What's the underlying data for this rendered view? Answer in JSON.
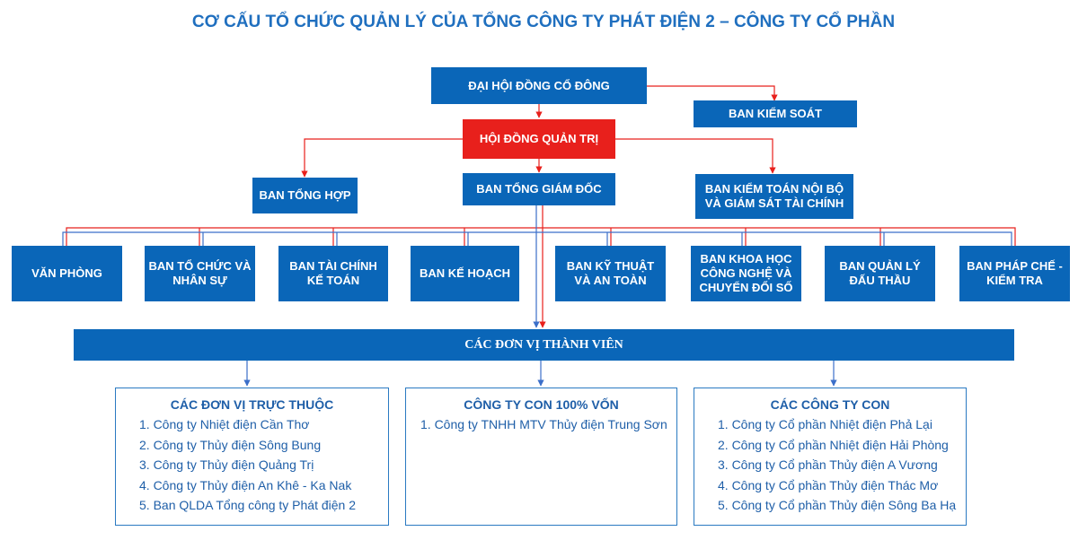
{
  "title": "CƠ CẤU TỔ CHỨC QUẢN LÝ CỦA TỔNG CÔNG TY PHÁT ĐIỆN 2 – CÔNG TY CỔ PHẦN",
  "colors": {
    "box_blue": "#0a66b8",
    "box_red": "#e8201c",
    "line_red": "#e8201c",
    "line_blue": "#3b6fc9",
    "text_blue": "#1f5fa8"
  },
  "boxes": {
    "shareholders": "ĐẠI HỘI ĐỒNG CỔ ĐÔNG",
    "supervisory": "BAN KIỂM SOÁT",
    "board": "HỘI ĐỒNG QUẢN TRỊ",
    "general_affairs": "BAN TỔNG HỢP",
    "ceo": "BAN TỔNG GIÁM ĐỐC",
    "internal_audit": "BAN KIỂM TOÁN NỘI BỘ VÀ GIÁM SÁT TÀI CHÍNH"
  },
  "departments": [
    "VĂN PHÒNG",
    "BAN TỔ CHỨC VÀ NHÂN SỰ",
    "BAN TÀI CHÍNH KẾ TOÁN",
    "BAN KẾ HOẠCH",
    "BAN KỸ THUẬT VÀ AN TOÀN",
    "BAN KHOA HỌC CÔNG NGHỆ VÀ CHUYỂN ĐỔI SỐ",
    "BAN QUẢN LÝ ĐẤU THẦU",
    "BAN PHÁP CHẾ - KIỂM TRA"
  ],
  "members_bar": "CÁC ĐƠN VỊ THÀNH VIÊN",
  "panels": [
    {
      "title": "CÁC ĐƠN VỊ TRỰC THUỘC",
      "items": [
        "1.  Công ty Nhiệt điện Cần Thơ",
        "2.  Công ty Thủy điện Sông Bung",
        "3.  Công ty Thủy điện Quảng Trị",
        "4.  Công ty Thủy điện An Khê -  Ka Nak",
        "5.  Ban QLDA Tổng công ty Phát điện 2"
      ]
    },
    {
      "title": "CÔNG TY CON 100% VỐN",
      "items": [
        "1. Công ty TNHH MTV Thủy điện Trung Sơn"
      ]
    },
    {
      "title": "CÁC CÔNG TY CON",
      "items": [
        "1.  Công ty Cổ phần Nhiệt điện Phả Lại",
        "2.  Công ty Cổ phần Nhiệt điện Hải Phòng",
        "3.  Công ty Cổ phần Thủy điện A Vương",
        "4.  Công ty Cổ phần Thủy điện Thác Mơ",
        "5.  Công ty Cổ phần Thủy điện Sông Ba Hạ"
      ]
    }
  ]
}
